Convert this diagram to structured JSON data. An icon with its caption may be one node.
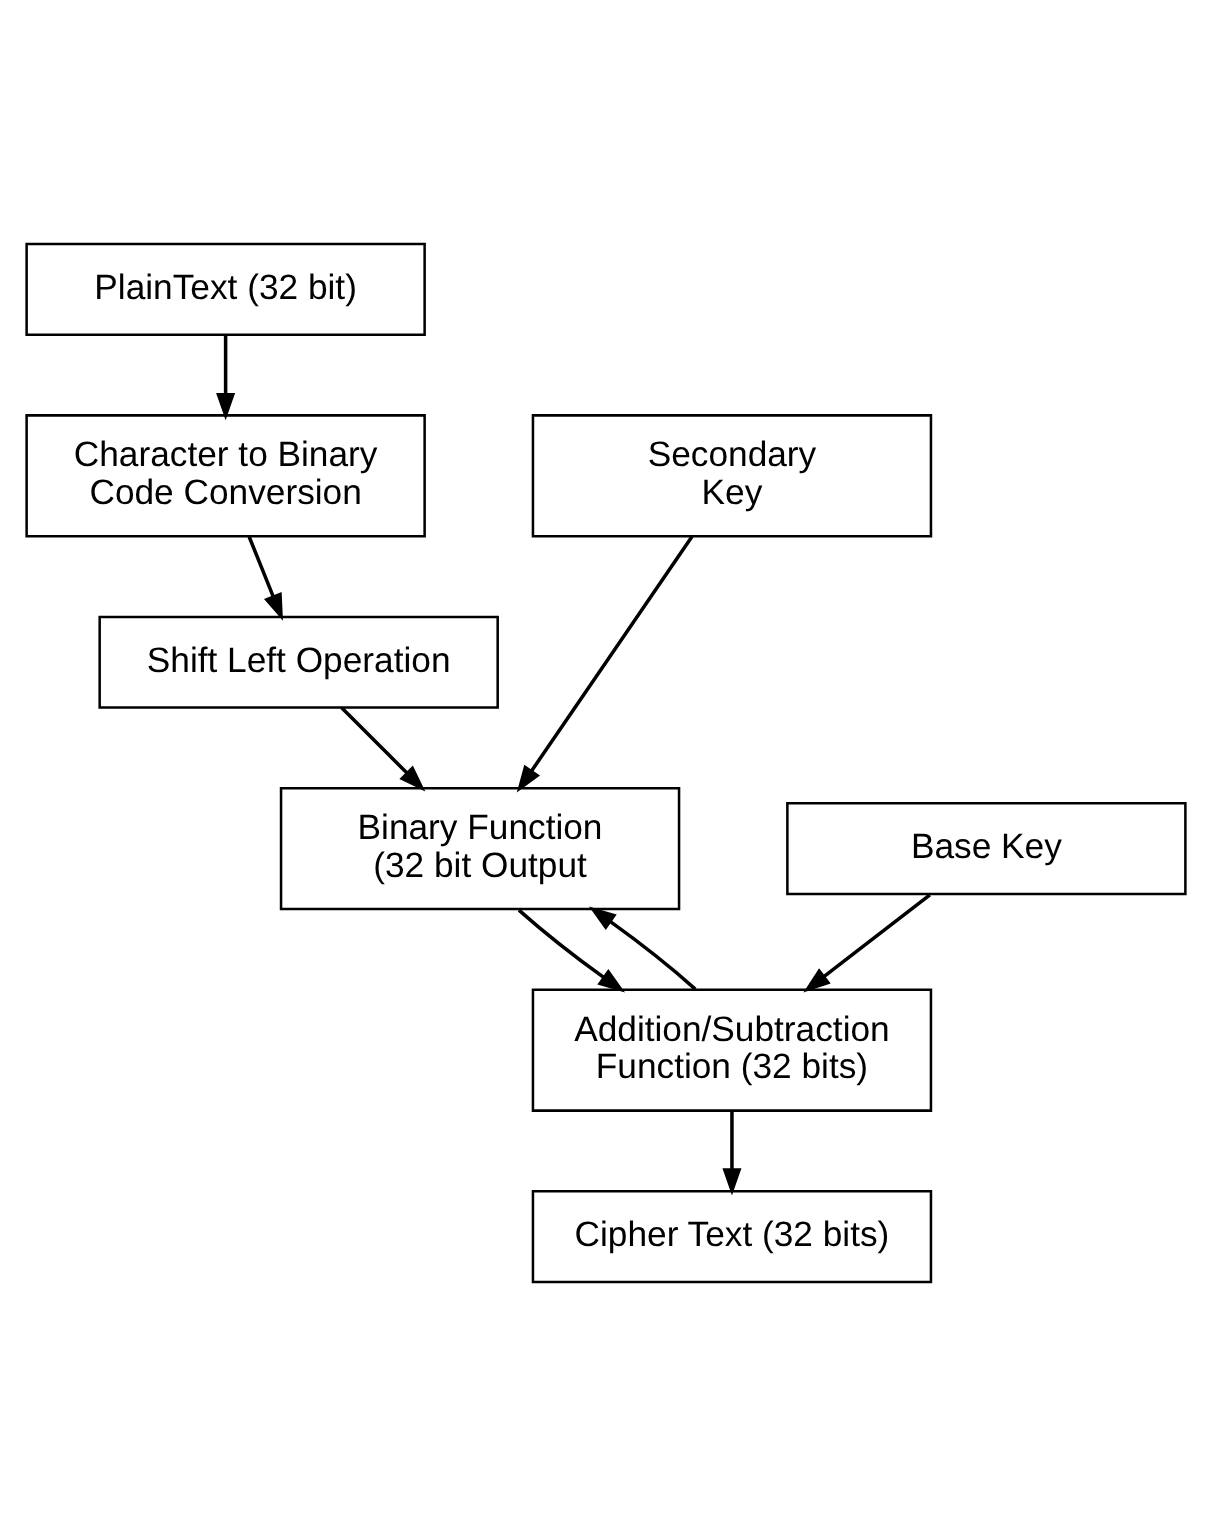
{
  "diagram": {
    "nodes": [
      {
        "text": [
          "PlainText (32 bit)"
        ]
      },
      {
        "text": [
          "Character to Binary Code Conversion"
        ]
      },
      {
        "text": [
          "Secondary Key"
        ]
      },
      {
        "text": [
          "Shift Left Operation"
        ]
      },
      {
        "text": [
          "Binary Function (32 bit Output"
        ]
      },
      {
        "text": [
          "Base Key"
        ]
      },
      {
        "text": [
          "Addition/Subtraction Function (32 bits)"
        ]
      },
      {
        "text": [
          "Cipher Text (32 bits)"
        ]
      }
    ],
    "edges": [
      {
        "from": 0,
        "to": 1,
        "arrow": "to"
      },
      {
        "from": 1,
        "to": 3,
        "arrow": "to"
      },
      {
        "from": 3,
        "to": 4,
        "arrow": "to"
      },
      {
        "from": 2,
        "to": 4,
        "arrow": "to"
      },
      {
        "from": 4,
        "to": 6,
        "arrow": "to"
      },
      {
        "from": 5,
        "to": 6,
        "arrow": "to"
      },
      {
        "from": 6,
        "to": 4,
        "arrow": "to"
      },
      {
        "from": 6,
        "to": 7,
        "arrow": "to"
      }
    ]
  }
}
